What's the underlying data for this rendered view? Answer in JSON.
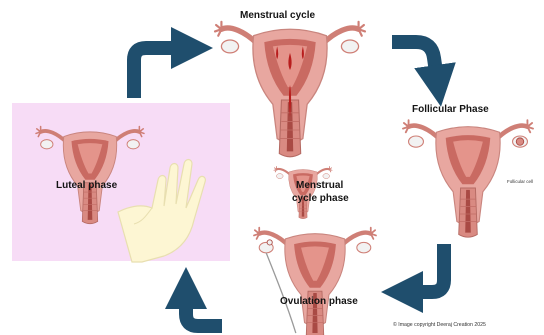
{
  "labels": {
    "menstrual_cycle": "Menstrual cycle",
    "follicular_phase": "Follicular Phase",
    "luteal_phase": "Luteal phase",
    "center_line1": "Menstrual",
    "center_line2": "cycle phase",
    "ovulation_phase": "Ovulation phase",
    "follicular_cell": "Follicular cell"
  },
  "copyright": "© Image copyright Deeraj Creation 2025",
  "colors": {
    "arrow": "#1f4e6d",
    "panel": "#f7dcf6",
    "uterus_wall": "#e8a7a0",
    "uterus_inner": "#c96a62",
    "uterus_dark": "#a94a44",
    "tube": "#cf7f76",
    "ovary": "#f2f2f2",
    "blood": "#b81d1d",
    "hand": "#fdf6d3"
  },
  "icons": [
    "uterus-illustration",
    "hand-illustration",
    "cycle-arrow"
  ]
}
